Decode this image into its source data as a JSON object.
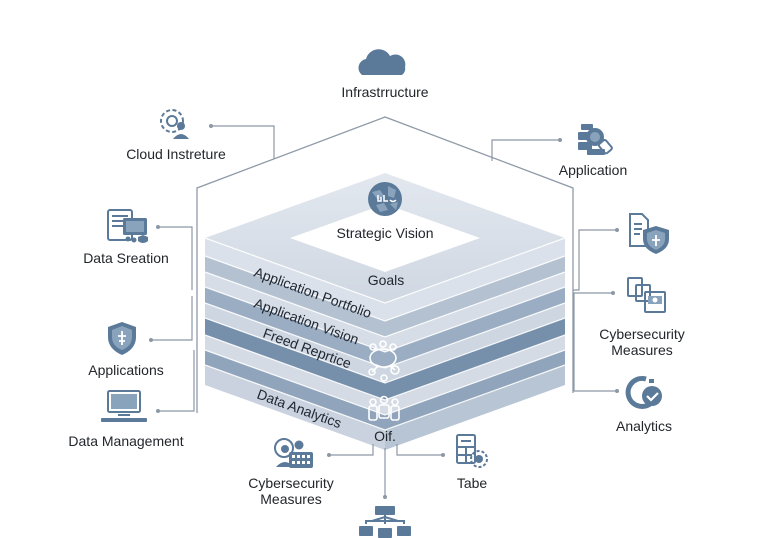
{
  "diagram": {
    "colors": {
      "icon": "#5b7a99",
      "connector": "#8c98a6",
      "layer_light": "#d6dde7",
      "layer_mid": "#aebccc",
      "layer_dark": "#7891ab",
      "text": "#22262c"
    },
    "top_node": {
      "label": "Infrastrructure",
      "icon": "cloud-icon"
    },
    "left_nodes": [
      {
        "label": "Cloud Instreture",
        "icon": "gear-user-icon"
      },
      {
        "label": "Data Sreation",
        "icon": "document-monitor-icon"
      },
      {
        "label": "Applications",
        "icon": "shield-icon"
      },
      {
        "label": "Data Management",
        "icon": "laptop-icon"
      }
    ],
    "right_nodes": [
      {
        "label": "Application",
        "icon": "search-gear-icon"
      },
      {
        "label": "",
        "icon": "document-shield-icon"
      },
      {
        "label": "Cybersecurity",
        "label2": "Measures",
        "icon": "stacked-documents-icon"
      },
      {
        "label": "Analytics",
        "icon": "check-circle-icon"
      }
    ],
    "bottom_nodes": [
      {
        "label": "Cybersecurity",
        "label2": "Measures",
        "icon": "users-grid-icon"
      },
      {
        "label": "Tabe",
        "icon": "table-gear-icon"
      },
      {
        "label": "",
        "icon": "org-chart-icon"
      }
    ],
    "stack": {
      "top_label": "Strategic Vision",
      "top_icon": "globe-icon",
      "layers": [
        {
          "label": "Goals"
        },
        {
          "label": "Application Portfolio"
        },
        {
          "label": "Application Vision"
        },
        {
          "label": "Freed Reprtice"
        },
        {
          "label": "Data Analytics"
        }
      ],
      "bottom_label": "Oif.",
      "inner_icons": [
        "network-nodes-icon",
        "people-group-icon"
      ]
    }
  }
}
